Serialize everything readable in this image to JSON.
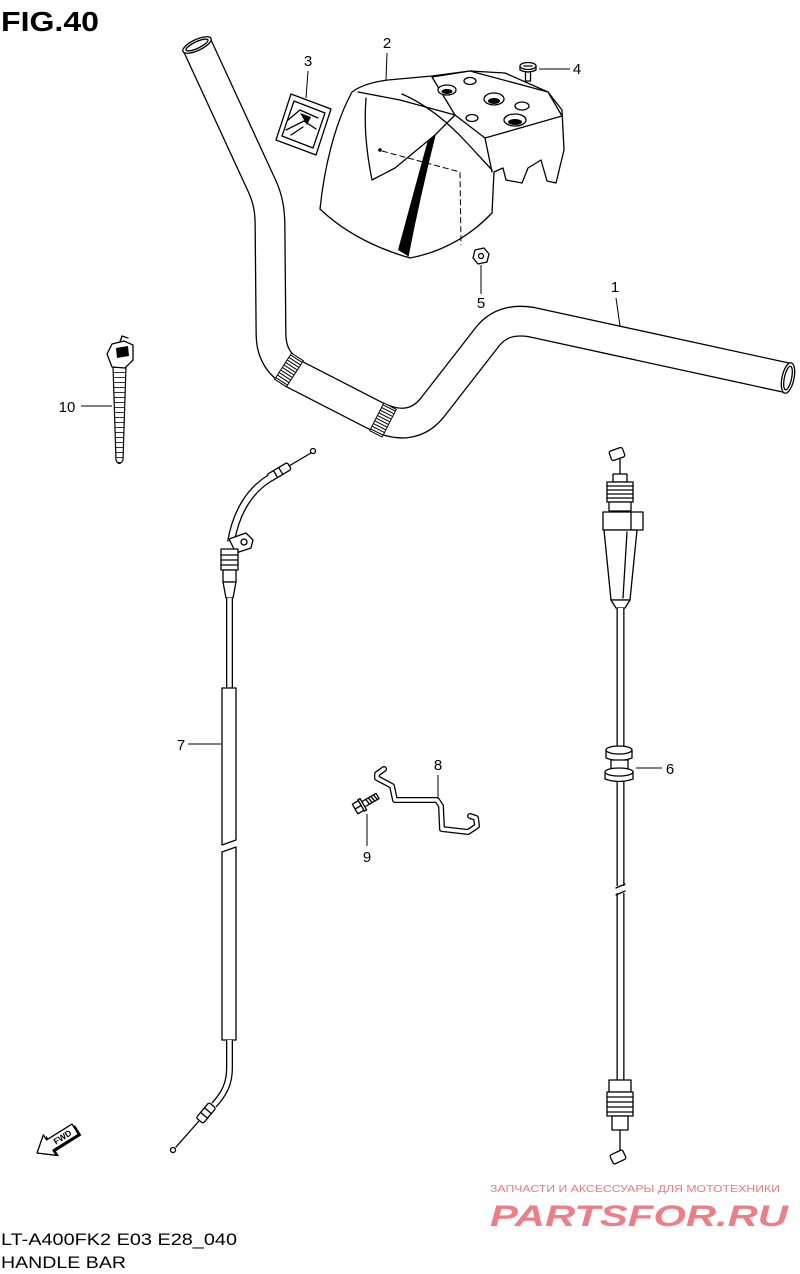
{
  "figure": {
    "label": "FIG.40",
    "model_code": "LT-A400FK2 E03 E28_040",
    "title": "HANDLE BAR"
  },
  "callouts": [
    "1",
    "2",
    "3",
    "4",
    "5",
    "6",
    "7",
    "8",
    "9",
    "10"
  ],
  "fwd_label": "FWD",
  "watermark": {
    "tagline": "ЗАПЧАСТИ И АКСЕССУАРЫ ДЛЯ МОТОТЕХНИКИ",
    "logo": "PARTSFOR.RU"
  },
  "colors": {
    "background": "#ffffff",
    "line_art": "#000000",
    "watermark": "#e85f6a"
  }
}
